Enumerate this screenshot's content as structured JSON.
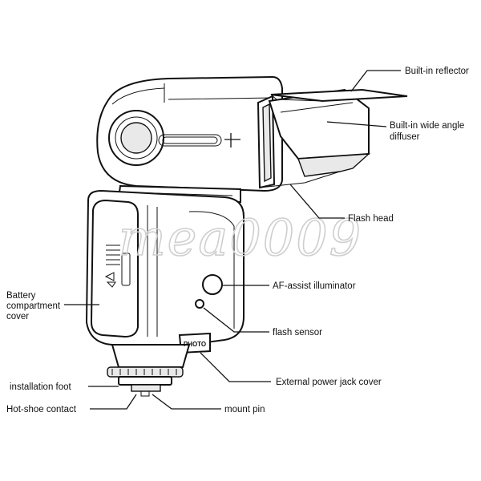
{
  "watermark": "mea0009",
  "logo_text": "PHOTO",
  "labels": {
    "built_in_reflector": "Built-in reflector",
    "diffuser_line1": "Built-in wide angle",
    "diffuser_line2": "diffuser",
    "flash_head": "Flash head",
    "af_assist": "AF-assist illuminator",
    "flash_sensor": "flash sensor",
    "battery_line1": "Battery",
    "battery_line2": "compartment",
    "battery_line3": "cover",
    "installation_foot": "installation foot",
    "hot_shoe_contact": "Hot-shoe contact",
    "mount_pin": "mount pin",
    "power_jack_cover": "External power jack cover"
  },
  "colors": {
    "line": "#111111",
    "background": "#ffffff",
    "watermark": "#cfcfcf"
  }
}
